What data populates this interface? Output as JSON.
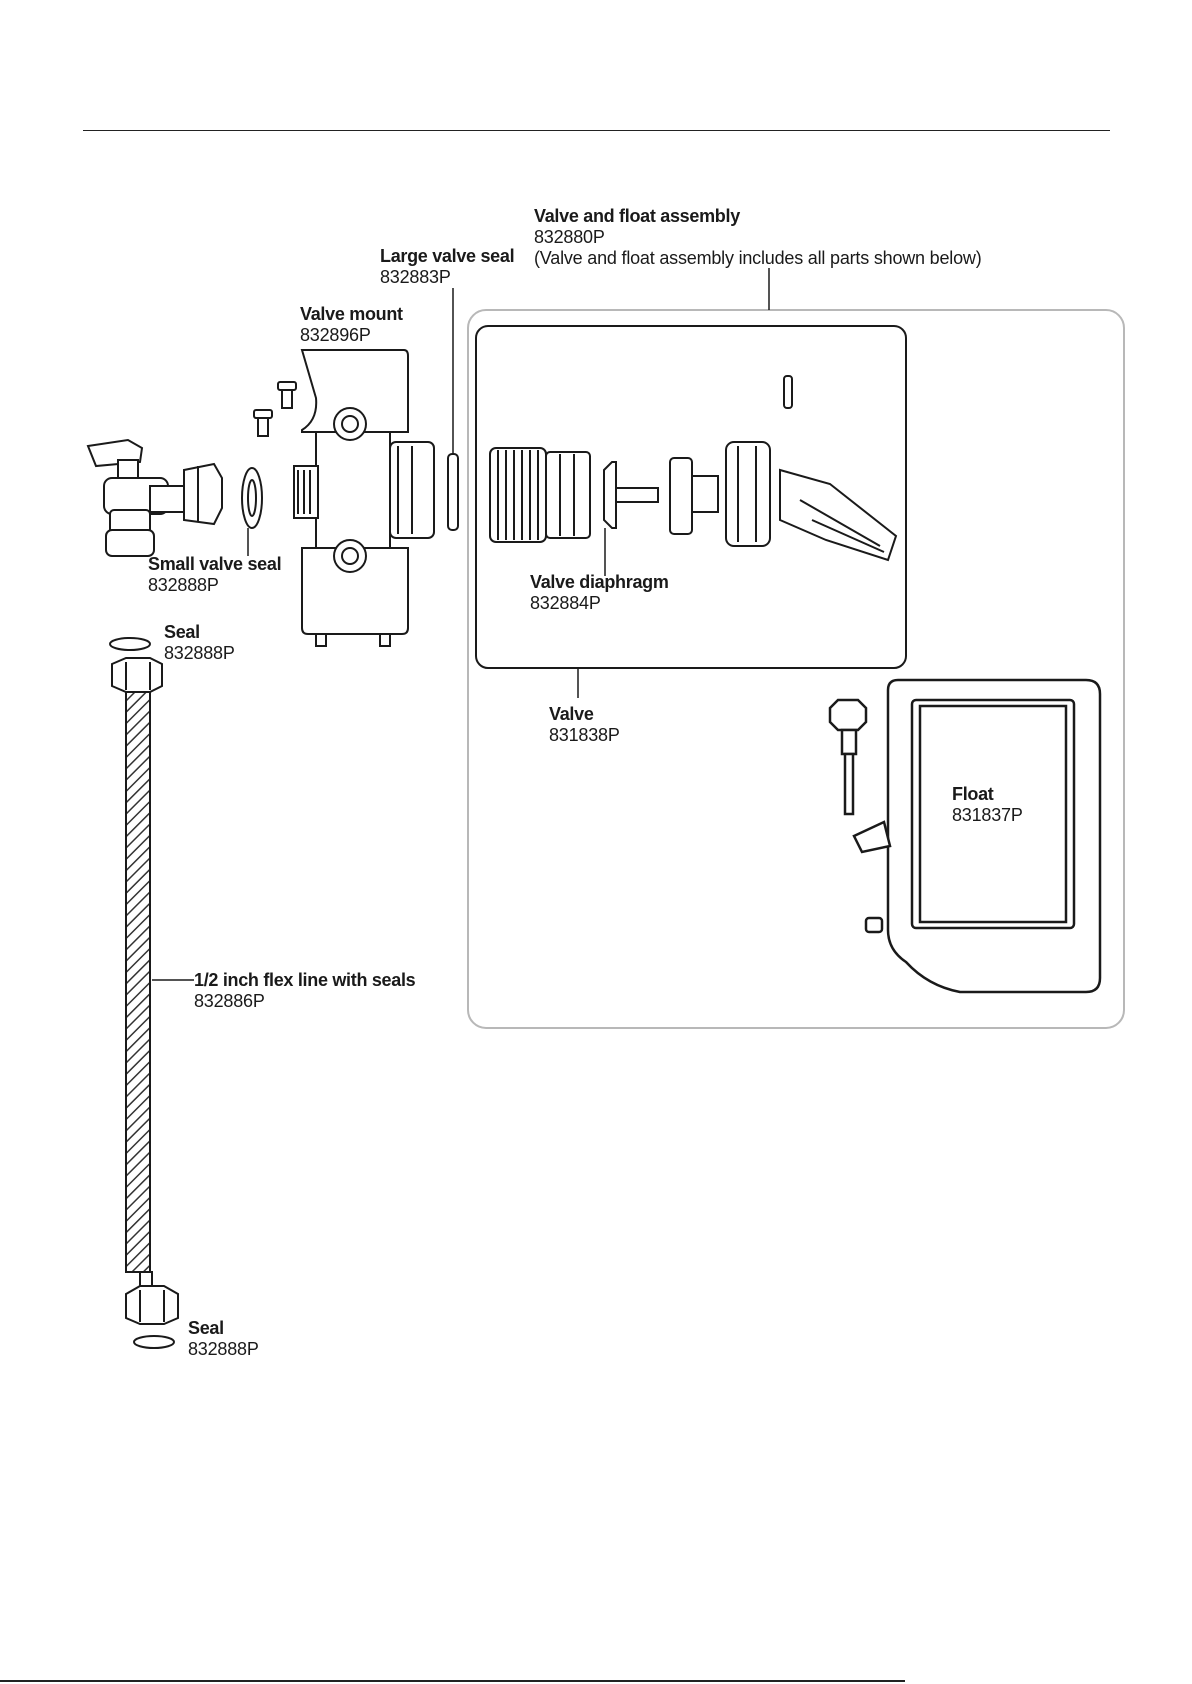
{
  "callouts": {
    "assembly": {
      "name": "Valve and float assembly",
      "part": "832880P",
      "note": "(Valve and float assembly includes all parts shown below)"
    },
    "large_seal": {
      "name": "Large valve seal",
      "part": "832883P"
    },
    "valve_mount": {
      "name": "Valve mount",
      "part": "832896P"
    },
    "small_seal": {
      "name": "Small valve seal",
      "part": "832888P"
    },
    "seal_top": {
      "name": "Seal",
      "part": "832888P"
    },
    "diaphragm": {
      "name": "Valve diaphragm",
      "part": "832884P"
    },
    "valve": {
      "name": "Valve",
      "part": "831838P"
    },
    "float": {
      "name": "Float",
      "part": "831837P"
    },
    "flex_line": {
      "name": "1/2 inch flex line with seals",
      "part": "832886P"
    },
    "seal_bottom": {
      "name": "Seal",
      "part": "832888P"
    }
  },
  "colors": {
    "line": "#1a1a1a",
    "frame": "#b8b8b8",
    "hatch": "#333333"
  }
}
